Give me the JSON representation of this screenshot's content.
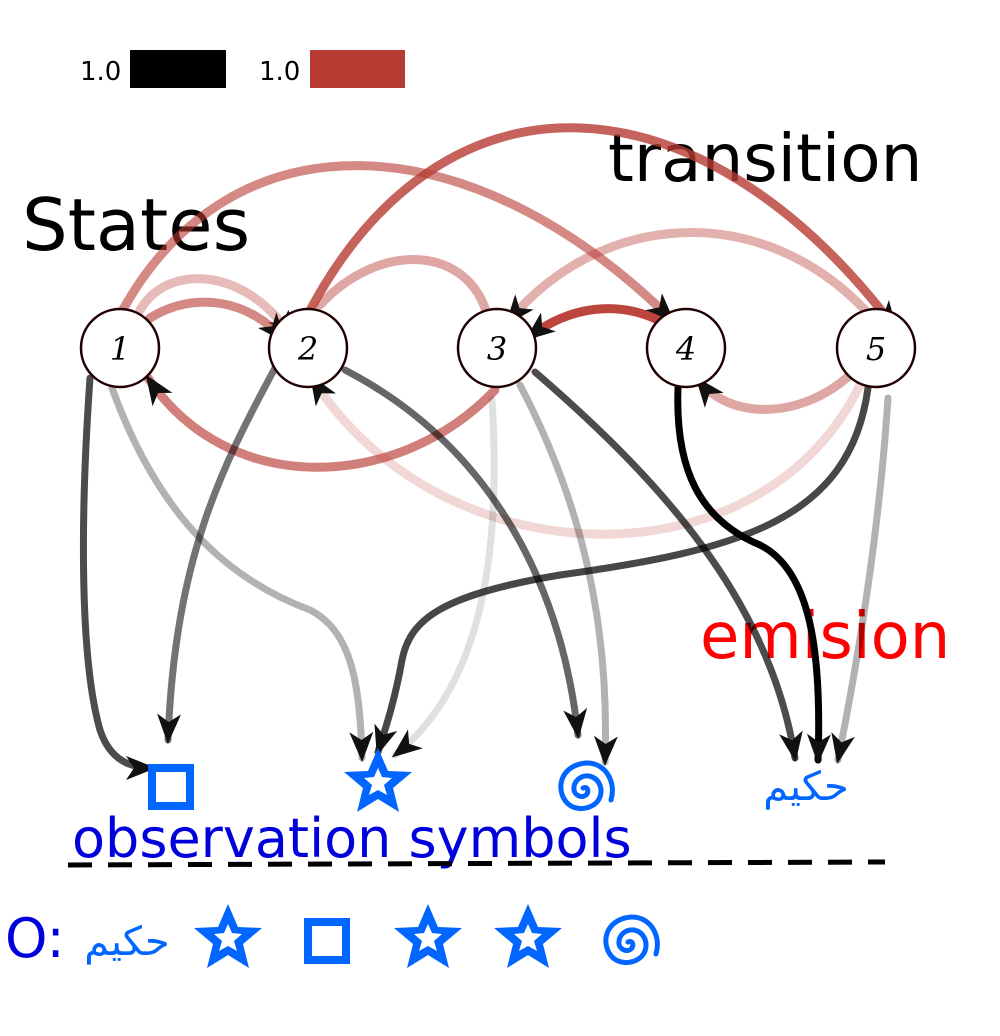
{
  "legend": {
    "emission_value": "1.0",
    "transition_value": "1.0",
    "emission_color": "#000000",
    "transition_color": "#b83b33"
  },
  "labels": {
    "states": "States",
    "transition": "transition",
    "emision": "emision",
    "observation_symbols": "observation symbols",
    "sequence_prefix": "O:",
    "arabic_word": "حكيم"
  },
  "states": [
    {
      "label": "1"
    },
    {
      "label": "2"
    },
    {
      "label": "3"
    },
    {
      "label": "4"
    },
    {
      "label": "5"
    }
  ],
  "symbols": [
    {
      "icon": "square-icon"
    },
    {
      "icon": "star-icon"
    },
    {
      "icon": "spiral-icon"
    },
    {
      "icon": "arabic-word"
    }
  ],
  "sequence": [
    "arabic-word",
    "star-icon",
    "square-icon",
    "star-icon",
    "star-icon",
    "spiral-icon"
  ],
  "colors": {
    "symbol_blue": "#0066ff",
    "observation_text": "#0000dd",
    "emision_text": "#ff0000",
    "sequence_text": "#0000dd"
  }
}
